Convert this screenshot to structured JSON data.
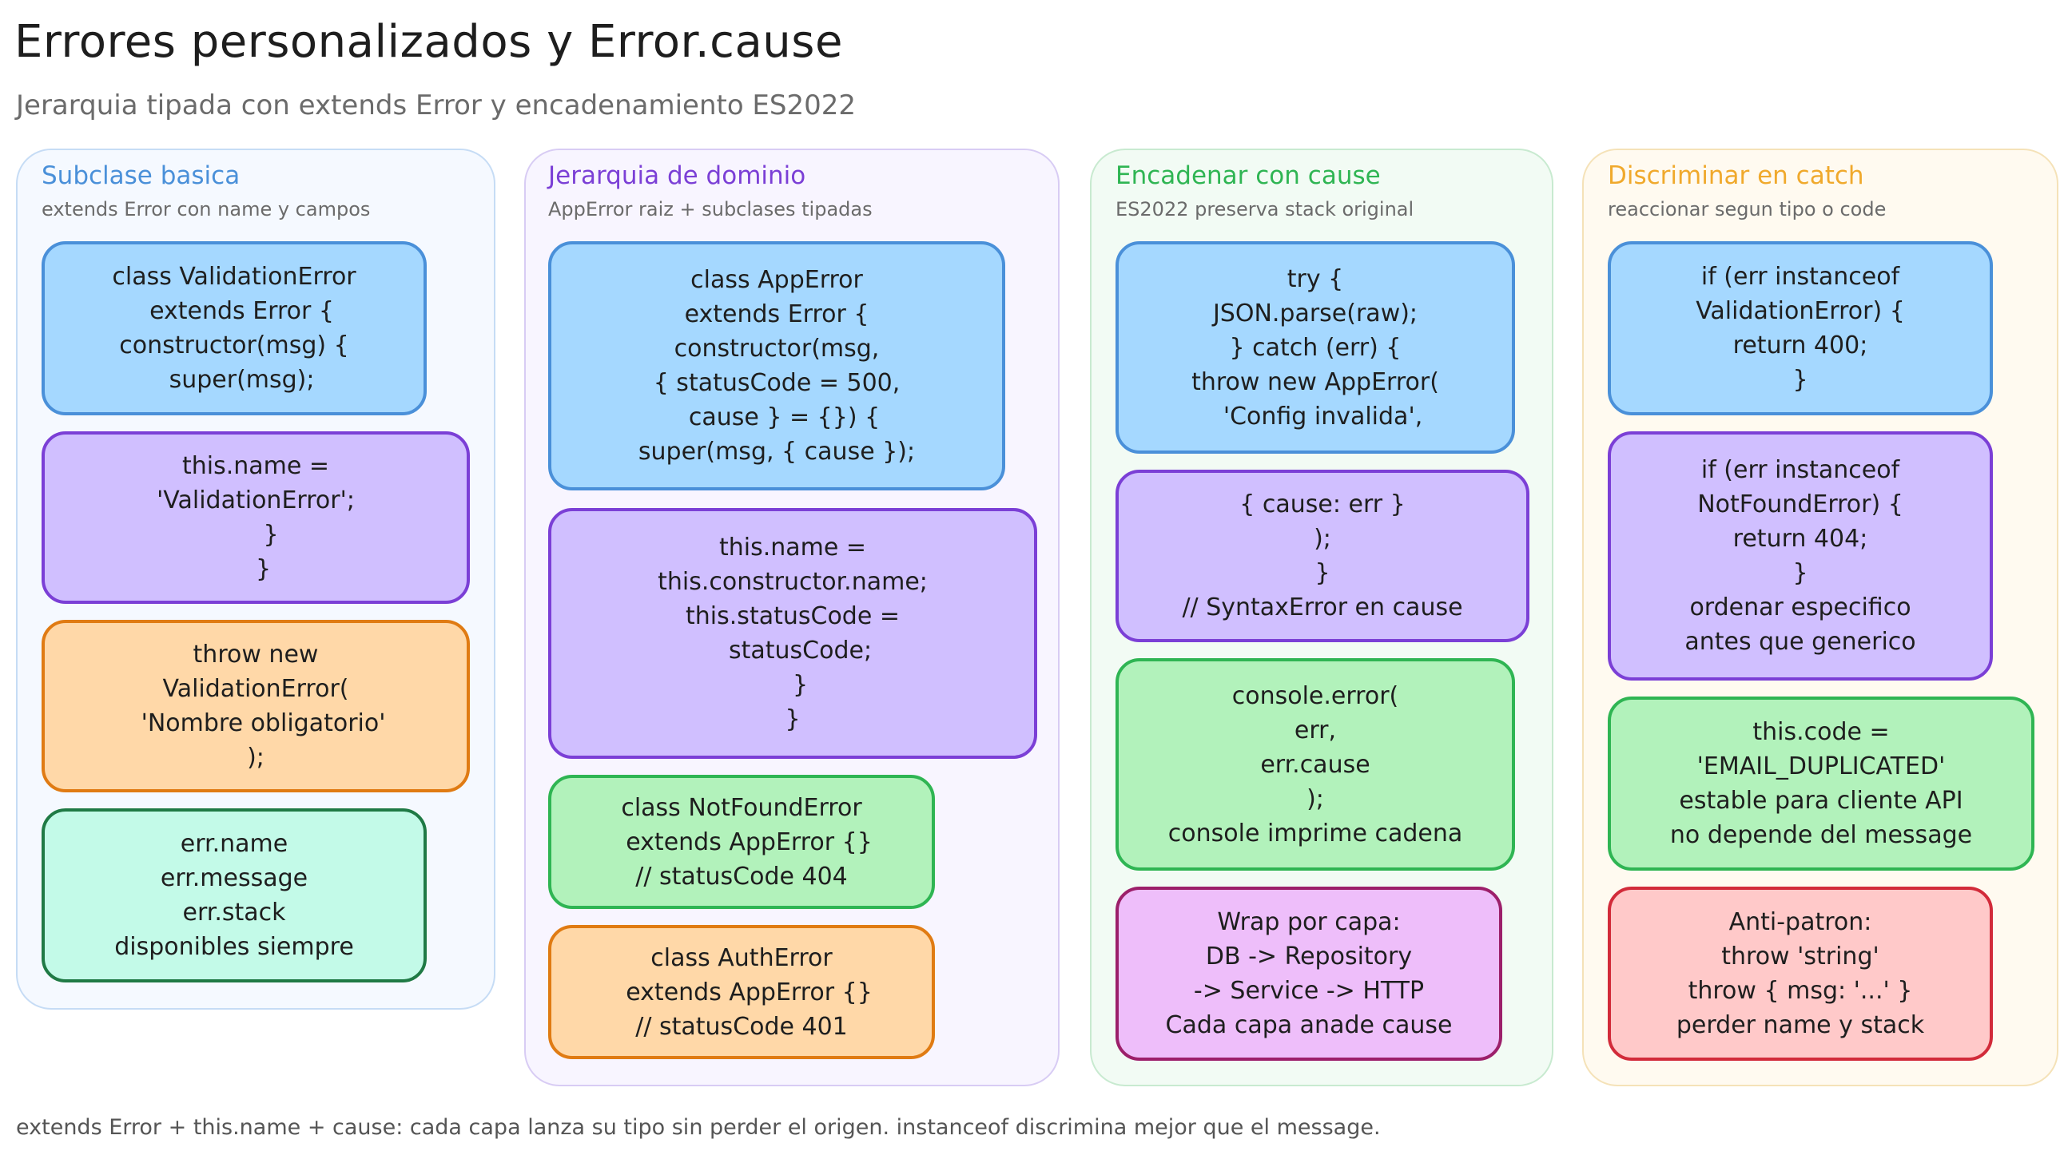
{
  "title": "Errores personalizados y Error.cause",
  "subtitle": "Jerarquia tipada con extends Error y encadenamiento ES2022",
  "footer": "extends Error + this.name + cause: cada capa lanza su tipo sin perder el origen. instanceof discrimina mejor que el message.",
  "colors": {
    "blue_fill": "#a5d8ff",
    "purple_fill": "#d0bfff",
    "orange_fill": "#ffd8a8",
    "mint_fill": "#c3fae8",
    "green_fill": "#b2f2bb",
    "pink_fill": "#eebefa",
    "red_fill": "#ffc9c9"
  },
  "panels": [
    {
      "title": "Subclase basica",
      "subtitle": "extends Error con name y campos",
      "accent": "#4a90d9",
      "boxes": [
        {
          "color": "blue",
          "lines": [
            "class ValidationError",
            "  extends Error {",
            "constructor(msg) {",
            "  super(msg);"
          ]
        },
        {
          "color": "purple",
          "lines": [
            "this.name =",
            "'ValidationError';",
            "    }",
            "  }"
          ]
        },
        {
          "color": "orange",
          "lines": [
            "throw new",
            "ValidationError(",
            "  'Nombre obligatorio'",
            ");"
          ]
        },
        {
          "color": "mint",
          "lines": [
            "err.name",
            "err.message",
            "err.stack",
            "disponibles siempre"
          ]
        }
      ]
    },
    {
      "title": "Jerarquia de dominio",
      "subtitle": "AppError raiz + subclases tipadas",
      "accent": "#7b3fd6",
      "boxes": [
        {
          "color": "blue",
          "lines": [
            "class AppError",
            "extends Error {",
            "constructor(msg,",
            "{ statusCode = 500,",
            "  cause } = {}) {",
            "super(msg, { cause });"
          ]
        },
        {
          "color": "purple",
          "lines": [
            "this.name =",
            "this.constructor.name;",
            "this.statusCode =",
            "  statusCode;",
            "  }",
            "}"
          ]
        },
        {
          "color": "green",
          "lines": [
            "class NotFoundError",
            "  extends AppError {}",
            "// statusCode 404"
          ]
        },
        {
          "color": "orange",
          "lines": [
            "class AuthError",
            "  extends AppError {}",
            "// statusCode 401"
          ]
        }
      ]
    },
    {
      "title": "Encadenar con cause",
      "subtitle": "ES2022 preserva stack original",
      "accent": "#2fb553",
      "boxes": [
        {
          "color": "blue",
          "lines": [
            "try {",
            "JSON.parse(raw);",
            "} catch (err) {",
            "throw new AppError(",
            "  'Config invalida',"
          ]
        },
        {
          "color": "purple",
          "lines": [
            "{ cause: err }",
            ");",
            "}",
            "// SyntaxError en cause"
          ]
        },
        {
          "color": "green",
          "lines": [
            "console.error(",
            "err,",
            "err.cause",
            ");",
            "console imprime cadena"
          ]
        },
        {
          "color": "pink",
          "lines": [
            "Wrap por capa:",
            "DB -> Repository",
            "-> Service -> HTTP",
            "Cada capa anade cause"
          ]
        }
      ]
    },
    {
      "title": "Discriminar en catch",
      "subtitle": "reaccionar segun tipo o code",
      "accent": "#f0a92c",
      "boxes": [
        {
          "color": "blue",
          "lines": [
            "if (err instanceof",
            "ValidationError) {",
            "return 400;",
            "}"
          ]
        },
        {
          "color": "purple",
          "lines": [
            "if (err instanceof",
            "NotFoundError) {",
            "return 404;",
            "}",
            "ordenar especifico",
            "antes que generico"
          ]
        },
        {
          "color": "green",
          "lines": [
            "this.code =",
            "'EMAIL_DUPLICATED'",
            "estable para cliente API",
            "no depende del message"
          ]
        },
        {
          "color": "red",
          "lines": [
            "Anti-patron:",
            "throw 'string'",
            "throw { msg: '...' }",
            "perder name y stack"
          ]
        }
      ]
    }
  ]
}
